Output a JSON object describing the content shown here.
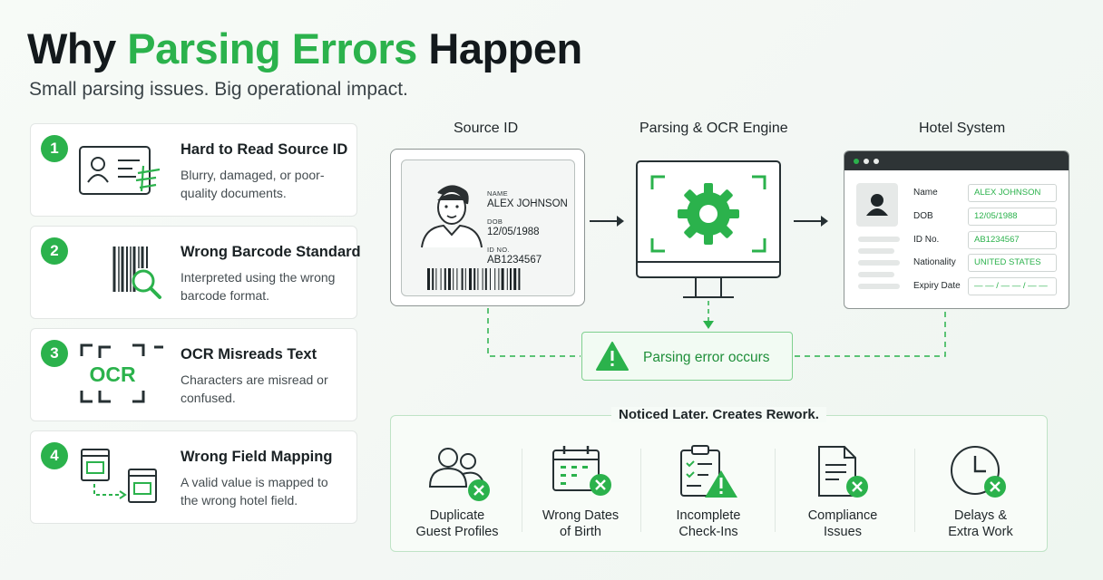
{
  "header": {
    "title_part1": "Why ",
    "title_highlight": "Parsing Errors",
    "title_part2": " Happen",
    "subtitle": "Small parsing issues. Big operational impact."
  },
  "causes": [
    {
      "number": "1",
      "title": "Hard to Read Source ID",
      "description": "Blurry, damaged, or poor-quality documents.",
      "icon": "blurry-id-card-icon"
    },
    {
      "number": "2",
      "title": "Wrong Barcode Standard",
      "description": "Interpreted using the wrong barcode format.",
      "icon": "barcode-magnifier-icon"
    },
    {
      "number": "3",
      "title": "OCR Misreads Text",
      "description": "Characters are misread or confused.",
      "icon_text": "OCR",
      "icon": "ocr-scan-icon"
    },
    {
      "number": "4",
      "title": "Wrong Field Mapping",
      "description": "A valid value is mapped to the wrong hotel field.",
      "icon": "field-mapping-icon"
    }
  ],
  "flow": {
    "source_label": "Source ID",
    "engine_label": "Parsing & OCR Engine",
    "hotel_label": "Hotel System",
    "id_card": {
      "name_label": "NAME",
      "name_value": "ALEX JOHNSON",
      "dob_label": "DOB",
      "dob_value": "12/05/1988",
      "id_label": "ID NO.",
      "id_value": "AB1234567"
    },
    "hotel_fields": [
      {
        "label": "Name",
        "value": "ALEX JOHNSON"
      },
      {
        "label": "DOB",
        "value": "12/05/1988"
      },
      {
        "label": "ID No.",
        "value": "AB1234567"
      },
      {
        "label": "Nationality",
        "value": "UNITED STATES"
      },
      {
        "label": "Expiry Date",
        "value": "— — / — — / — —"
      }
    ],
    "error_text": "Parsing error occurs"
  },
  "impact": {
    "title": "Noticed Later. Creates Rework.",
    "items": [
      {
        "line1": "Duplicate",
        "line2": "Guest Profiles",
        "icon": "users-error-icon"
      },
      {
        "line1": "Wrong Dates",
        "line2": "of Birth",
        "icon": "calendar-error-icon"
      },
      {
        "line1": "Incomplete",
        "line2": "Check-Ins",
        "icon": "checklist-warning-icon"
      },
      {
        "line1": "Compliance",
        "line2": "Issues",
        "icon": "document-error-icon"
      },
      {
        "line1": "Delays &",
        "line2": "Extra Work",
        "icon": "clock-error-icon"
      }
    ]
  },
  "colors": {
    "accent": "#2bb24c",
    "dark": "#13191c",
    "border": "#e2e6e4"
  }
}
